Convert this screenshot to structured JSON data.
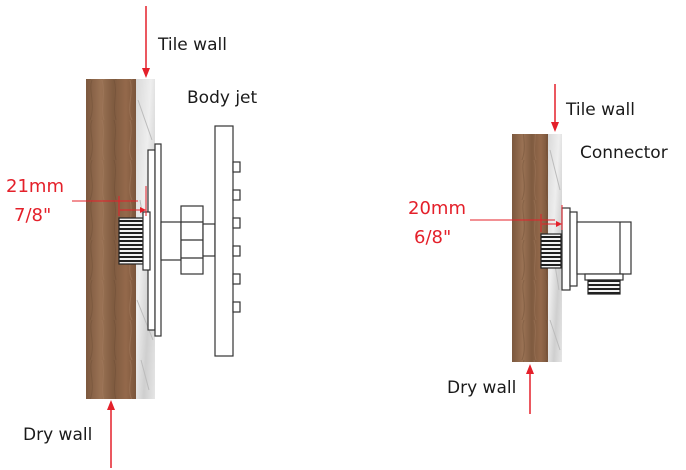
{
  "left_figure": {
    "tile_wall_label": "Tile wall",
    "body_jet_label": "Body jet",
    "measure_mm": "21mm",
    "measure_in": "7/8\"",
    "dry_wall_label": "Dry wall"
  },
  "right_figure": {
    "tile_wall_label": "Tile wall",
    "connector_label": "Connector",
    "measure_mm": "20mm",
    "measure_in": "6/8\"",
    "dry_wall_label": "Dry wall"
  },
  "colors": {
    "accent_red": "#e4202a",
    "wood": "#8a6448",
    "tile": "#e2e2e2",
    "outline": "#333333"
  }
}
